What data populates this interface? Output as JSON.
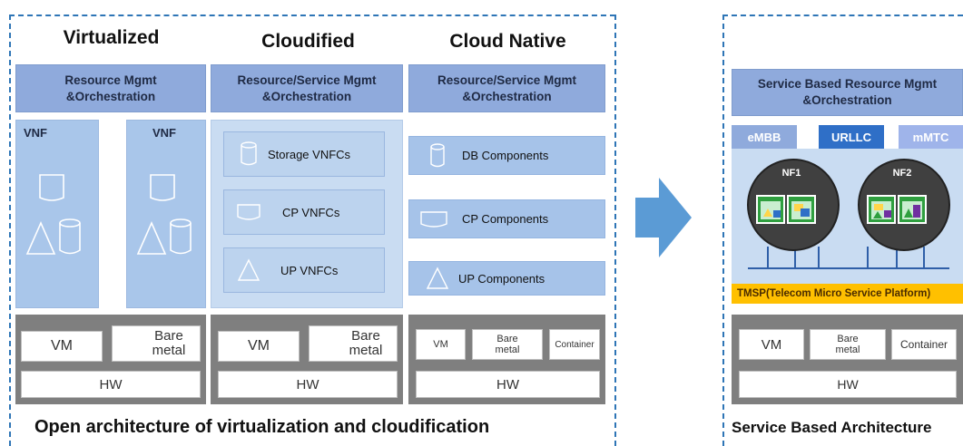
{
  "left_panel": {
    "columns": [
      {
        "title": "Virtualized",
        "header_line1": "Resource Mgmt",
        "header_line2": "&Orchestration",
        "vnf_labels": [
          "VNF",
          "VNF"
        ],
        "infra": {
          "vm": "VM",
          "bare_line1": "Bare",
          "bare_line2": "metal",
          "hw": "HW"
        }
      },
      {
        "title": "Cloudified",
        "header_line1": "Resource/Service Mgmt",
        "header_line2": "&Orchestration",
        "items": [
          "Storage VNFCs",
          "CP VNFCs",
          "UP VNFCs"
        ],
        "infra": {
          "vm": "VM",
          "bare_line1": "Bare",
          "bare_line2": "metal",
          "hw": "HW"
        }
      },
      {
        "title": "Cloud Native",
        "header_line1": "Resource/Service Mgmt",
        "header_line2": "&Orchestration",
        "items": [
          "DB Components",
          "CP Components",
          "UP Components"
        ],
        "infra": {
          "vm": "VM",
          "bare_line1": "Bare",
          "bare_line2": "metal",
          "container": "Container",
          "hw": "HW"
        }
      }
    ],
    "caption": "Open architecture of virtualization and cloudification"
  },
  "right_panel": {
    "header_line1": "Service Based Resource Mgmt",
    "header_line2": "&Orchestration",
    "slices": [
      {
        "label": "eMBB",
        "color": "#8faadc"
      },
      {
        "label": "URLLC",
        "color": "#2f6fc7"
      },
      {
        "label": "mMTC",
        "color": "#9fb4ea"
      }
    ],
    "nf_labels": [
      "NF1",
      "NF2"
    ],
    "platform": "TMSP(Telecom Micro Service Platform)",
    "infra": {
      "vm": "VM",
      "bare_line1": "Bare",
      "bare_line2": "metal",
      "container": "Container",
      "hw": "HW"
    },
    "caption": "Service Based Architecture"
  },
  "colors": {
    "dash_border": "#2e75b6",
    "arrow": "#5b9bd5",
    "header": "#8faadc",
    "platform": "#ffc000",
    "infra_gray": "#7f7f7f"
  }
}
